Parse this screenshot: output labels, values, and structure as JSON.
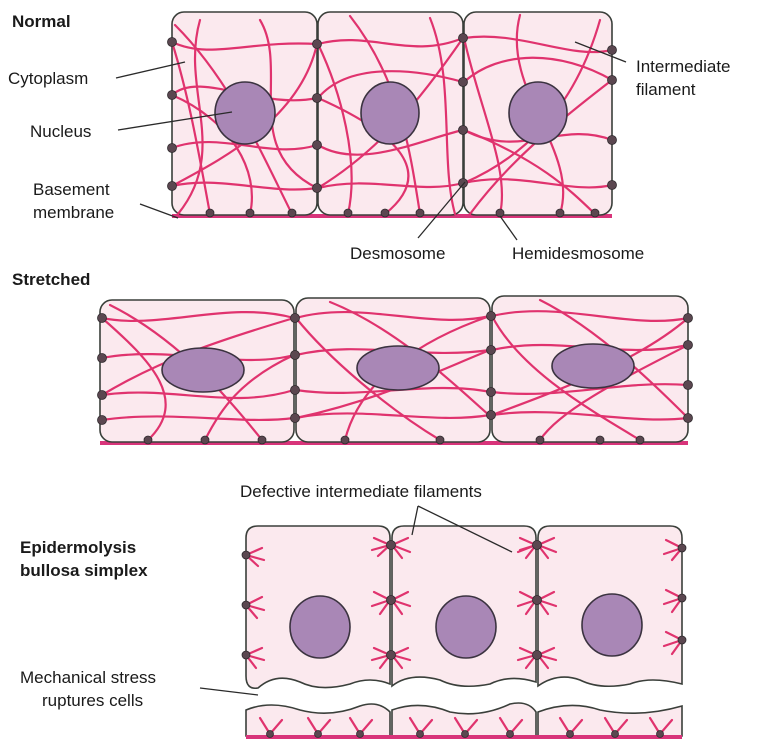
{
  "sections": {
    "normal": "Normal",
    "stretched": "Stretched",
    "ebs_line1": "Epidermolysis",
    "ebs_line2": "bullosa simplex"
  },
  "labels": {
    "cytoplasm": "Cytoplasm",
    "nucleus": "Nucleus",
    "basement_line1": "Basement",
    "basement_line2": "membrane",
    "intermediate_line1": "Intermediate",
    "intermediate_line2": "filament",
    "desmosome": "Desmosome",
    "hemidesmosome": "Hemidesmosome",
    "defective": "Defective intermediate filaments",
    "stress_line1": "Mechanical stress",
    "stress_line2": "ruptures cells"
  },
  "colors": {
    "cytoplasm": "#fbe9ee",
    "nucleus": "#a987b6",
    "filament": "#e0336e",
    "junction": "#5b4750",
    "basement_membrane": "#d8347a"
  }
}
